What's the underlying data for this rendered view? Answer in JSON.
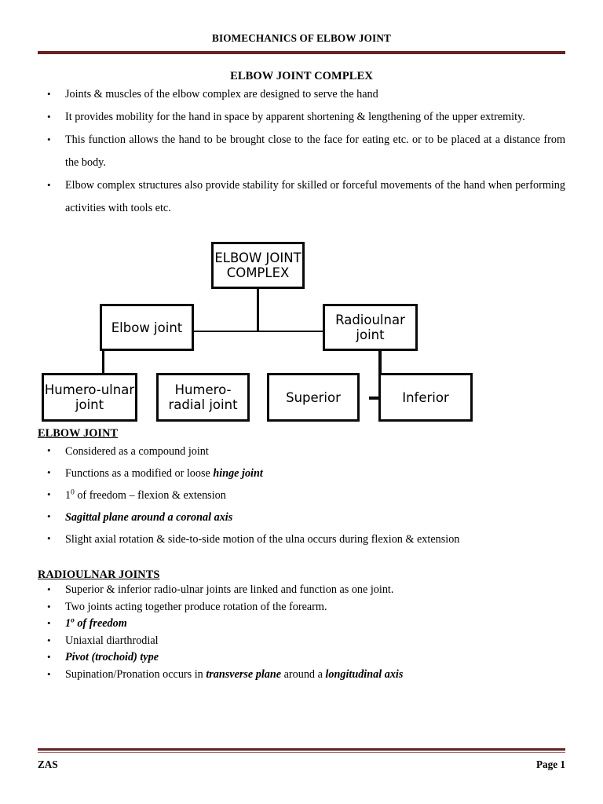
{
  "header": {
    "title": "BIOMECHANICS OF ELBOW JOINT",
    "rule_color": "#632423"
  },
  "section_title": "ELBOW JOINT COMPLEX",
  "intro_bullets": [
    "Joints & muscles of the elbow complex are designed to serve the hand",
    "It provides mobility for the hand in space by apparent shortening & lengthening of the upper extremity.",
    "This function allows the hand to be brought close to the face for eating etc. or to be placed at a distance from the body.",
    "Elbow complex structures also provide stability for skilled or forceful movements of the hand when performing activities with tools etc."
  ],
  "diagram": {
    "nodes": {
      "root": "ELBOW JOINT COMPLEX",
      "left": "Elbow joint",
      "right": "Radioulnar joint",
      "left_child_1": "Humero-ulnar joint",
      "left_child_2": "Humero-radial joint",
      "right_child_1": "Superior",
      "right_child_2": "Inferior"
    }
  },
  "elbow_joint": {
    "heading": "ELBOW JOINT",
    "bullets": [
      {
        "text": "Considered as a compound joint"
      },
      {
        "prefix": "Functions as a modified or loose ",
        "emphasis": "hinge joint",
        "suffix": ""
      },
      {
        "superscript": true,
        "lead": "1",
        "sup": "0",
        "rest": " of freedom – flexion & extension"
      },
      {
        "all_emphasis": "Sagittal plane around a coronal axis"
      },
      {
        "text": "Slight axial rotation & side-to-side motion of the ulna occurs during flexion & extension"
      }
    ]
  },
  "radioulnar_joints": {
    "heading": "RADIOULNAR JOINTS",
    "bullets": [
      {
        "text": "Superior & inferior radio-ulnar joints are linked and function as one joint."
      },
      {
        "text": "Two joints acting together produce rotation of the forearm."
      },
      {
        "superscript": true,
        "emphasis": true,
        "lead": "1",
        "sup": "o",
        "rest": "  of  freedom"
      },
      {
        "text": "Uniaxial diarthrodial"
      },
      {
        "all_emphasis": "Pivot (trochoid) type"
      },
      {
        "prefix": "Supination/Pronation occurs in ",
        "emphasis": "transverse plane",
        "mid": " around a ",
        "emphasis2": "longitudinal axis"
      }
    ]
  },
  "footer": {
    "left": "ZAS",
    "right": "Page 1",
    "rule_color_top": "#632423",
    "rule_color_bottom": "#a6696a"
  }
}
